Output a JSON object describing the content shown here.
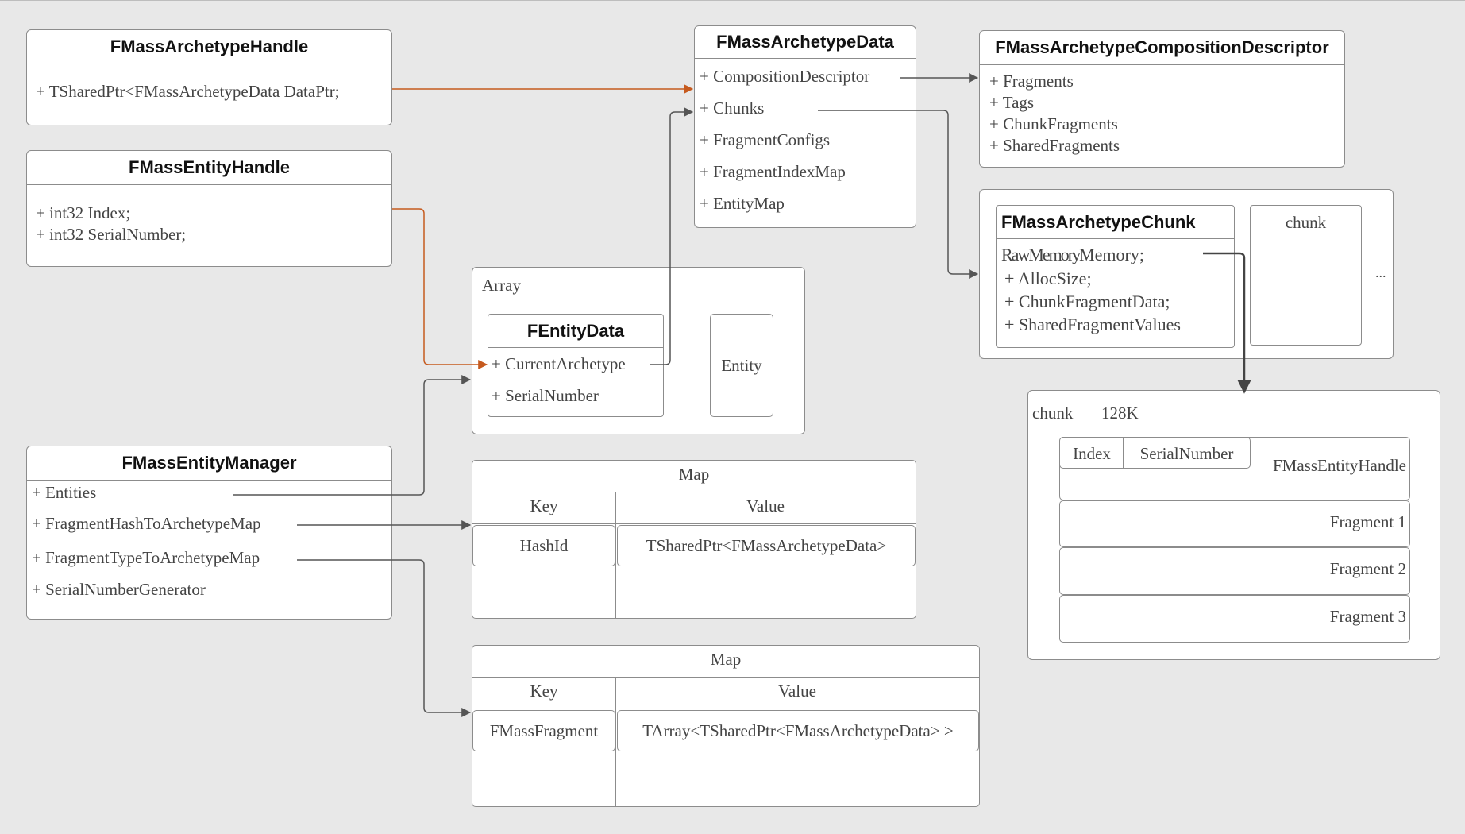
{
  "handle": {
    "title": "FMassArchetypeHandle",
    "field": "+ TSharedPtr<FMassArchetypeData DataPtr;"
  },
  "entity_handle": {
    "title": "FMassEntityHandle",
    "fields": [
      "+ int32 Index;",
      "+ int32 SerialNumber;"
    ]
  },
  "archetype_data": {
    "title": "FMassArchetypeData",
    "fields": [
      "+ CompositionDescriptor",
      "+ Chunks",
      "+ FragmentConfigs",
      "+ FragmentIndexMap",
      "+ EntityMap"
    ]
  },
  "composition": {
    "title": "FMassArchetypeCompositionDescriptor",
    "fields": [
      "+ Fragments",
      "+ Tags",
      "+ ChunkFragments",
      "+ SharedFragments"
    ]
  },
  "chunk_class": {
    "title": "FMassArchetypeChunk",
    "overlap_text": "RawMemory",
    "fields": [
      "+ AllocSize;",
      "+ ChunkFragmentData;",
      "+ SharedFragmentValues"
    ],
    "first_field": "+ RawMemory;",
    "side_label": "chunk",
    "ellipsis": "..."
  },
  "array": {
    "label": "Array",
    "entity_label": "Entity",
    "fentity": {
      "title": "FEntityData",
      "fields": [
        "+ CurrentArchetype",
        "+ SerialNumber"
      ]
    }
  },
  "manager": {
    "title": "FMassEntityManager",
    "fields": [
      "+ Entities",
      "+ FragmentHashToArchetypeMap",
      "+ FragmentTypeToArchetypeMap",
      "+ SerialNumberGenerator"
    ]
  },
  "map1": {
    "title": "Map",
    "key_header": "Key",
    "value_header": "Value",
    "key": "HashId",
    "value": "TSharedPtr<FMassArchetypeData>"
  },
  "map2": {
    "title": "Map",
    "key_header": "Key",
    "value_header": "Value",
    "key": "FMassFragment",
    "value": "TArray<TSharedPtr<FMassArchetypeData> >"
  },
  "chunk_mem": {
    "label": "chunk",
    "size": "128K",
    "index": "Index",
    "serial": "SerialNumber",
    "handle_label": "FMassEntityHandle",
    "fragments": [
      "Fragment 1",
      "Fragment 2",
      "Fragment 3"
    ]
  },
  "colors": {
    "orange": "#c65a1e",
    "dark": "#444444",
    "border": "#8c8c8c"
  }
}
